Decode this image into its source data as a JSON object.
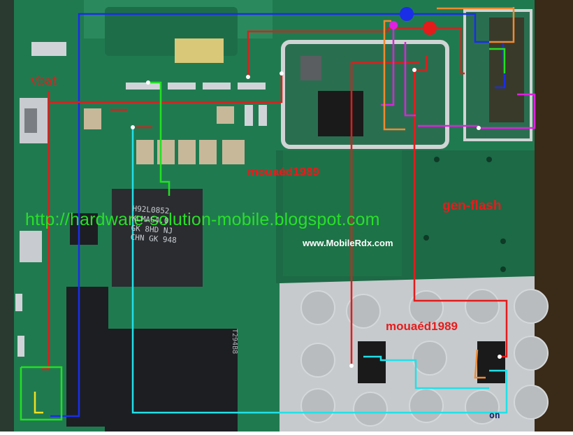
{
  "labels": {
    "vbat": "vbat",
    "url": "http://hardware-solution-mobile.blogspot.com",
    "site": "www.MobileRdx.com",
    "watermark_top": "mouaéd1989",
    "watermark_bottom": "mouaéd1989",
    "test_point": "gen-flash"
  },
  "component_markings": {
    "main_chip": "H92L0852\nKLMAG4.0\nGK 8HD NJ\nCHN GK 948",
    "memory_chip": "T294B8",
    "keypad_mark": "on"
  },
  "trace_colors": {
    "vbat_red": "#e41b1b",
    "blue": "#1a2ee8",
    "green": "#22e022",
    "cyan": "#22e0e8",
    "magenta": "#e020e0",
    "orange": "#f08a30",
    "yellow": "#f0e020"
  },
  "board_colors": {
    "pcb": "#1f7a52",
    "pcb_dark": "#145a3a",
    "keypad": "#c8ccd0"
  }
}
